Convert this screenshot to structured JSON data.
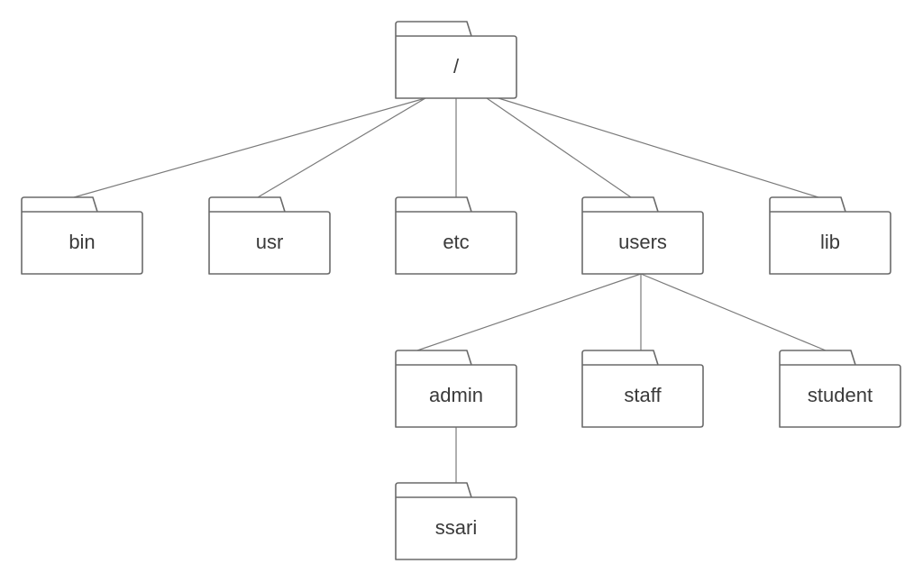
{
  "diagram": {
    "nodes": [
      {
        "id": "root",
        "label": "/",
        "parent": null
      },
      {
        "id": "bin",
        "label": "bin",
        "parent": "root"
      },
      {
        "id": "usr",
        "label": "usr",
        "parent": "root"
      },
      {
        "id": "etc",
        "label": "etc",
        "parent": "root"
      },
      {
        "id": "users",
        "label": "users",
        "parent": "root"
      },
      {
        "id": "lib",
        "label": "lib",
        "parent": "root"
      },
      {
        "id": "admin",
        "label": "admin",
        "parent": "users"
      },
      {
        "id": "staff",
        "label": "staff",
        "parent": "users"
      },
      {
        "id": "student",
        "label": "student",
        "parent": "users"
      },
      {
        "id": "ssari",
        "label": "ssari",
        "parent": "admin"
      }
    ],
    "colors": {
      "stroke": "#6a6a6a",
      "connector": "#7a7a7a",
      "text": "#3a3a3a",
      "fill": "#ffffff"
    }
  }
}
